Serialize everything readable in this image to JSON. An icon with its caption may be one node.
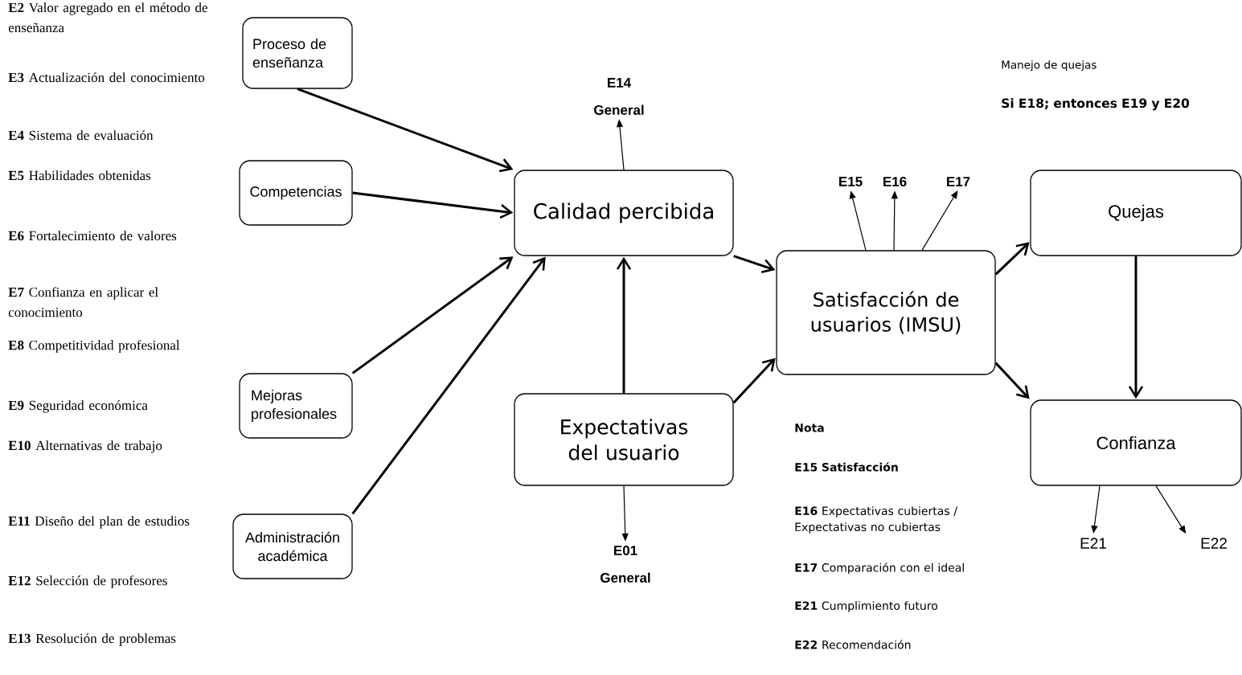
{
  "diagram": {
    "nodes": [
      {
        "text": [
          "Proceso de enseñanza"
        ]
      },
      {
        "text": [
          "Competencias"
        ]
      },
      {
        "text": [
          "Mejoras profesionales"
        ]
      },
      {
        "text": [
          "Administración académica"
        ]
      },
      {
        "text": [
          "Calidad percibida"
        ]
      },
      {
        "text": [
          "Expectativas del usuario"
        ]
      },
      {
        "text": [
          "Satisfacción de usuarios (IMSU)"
        ]
      },
      {
        "text": [
          "Quejas"
        ]
      },
      {
        "text": [
          "Confianza"
        ]
      },
      {
        "text": [
          "E14",
          "General"
        ]
      },
      {
        "text": [
          "E15"
        ]
      },
      {
        "text": [
          "E16"
        ]
      },
      {
        "text": [
          "E17"
        ]
      },
      {
        "text": [
          "E01",
          "General"
        ]
      },
      {
        "text": [
          "E21"
        ]
      },
      {
        "text": [
          "E22"
        ]
      }
    ],
    "edges": [
      {
        "from": 0,
        "to": 4,
        "arrow": "to"
      },
      {
        "from": 1,
        "to": 4,
        "arrow": "to"
      },
      {
        "from": 2,
        "to": 4,
        "arrow": "to"
      },
      {
        "from": 3,
        "to": 4,
        "arrow": "to"
      },
      {
        "from": 5,
        "to": 4,
        "arrow": "to"
      },
      {
        "from": 4,
        "to": 9,
        "arrow": "to"
      },
      {
        "from": 4,
        "to": 6,
        "arrow": "to"
      },
      {
        "from": 5,
        "to": 6,
        "arrow": "to"
      },
      {
        "from": 5,
        "to": 13,
        "arrow": "to"
      },
      {
        "from": 6,
        "to": 10,
        "arrow": "to"
      },
      {
        "from": 6,
        "to": 11,
        "arrow": "to"
      },
      {
        "from": 6,
        "to": 12,
        "arrow": "to"
      },
      {
        "from": 6,
        "to": 7,
        "arrow": "to"
      },
      {
        "from": 6,
        "to": 8,
        "arrow": "to"
      },
      {
        "from": 7,
        "to": 8,
        "arrow": "to"
      },
      {
        "from": 8,
        "to": 14,
        "arrow": "to"
      },
      {
        "from": 8,
        "to": 15,
        "arrow": "to"
      }
    ],
    "labels": [
      "**E2** Valor agregado en el método de enseñanza",
      "**E3** Actualización del conocimiento",
      "**E4** Sistema de evaluación",
      "**E5** Habilidades obtenidas",
      "**E6** Fortalecimiento de valores",
      "**E7** Confianza en aplicar el conocimiento",
      "**E8** Competitividad profesional",
      "**E9** Seguridad económica",
      "**E10** Alternativas de trabajo",
      "**E11** Diseño del plan de estudios",
      "**E12** Selección de profesores",
      "**E13** Resolución de problemas",
      "Manejo de quejas",
      "Si E18; entonces E19 y E20",
      "Nota",
      "E15 Satisfacción",
      "**E16** Expectativas cubiertas / Expectativas no cubiertas",
      "**E17** Comparación con el ideal",
      "**E21** Cumplimiento futuro",
      "**E22** Recomendación"
    ]
  }
}
